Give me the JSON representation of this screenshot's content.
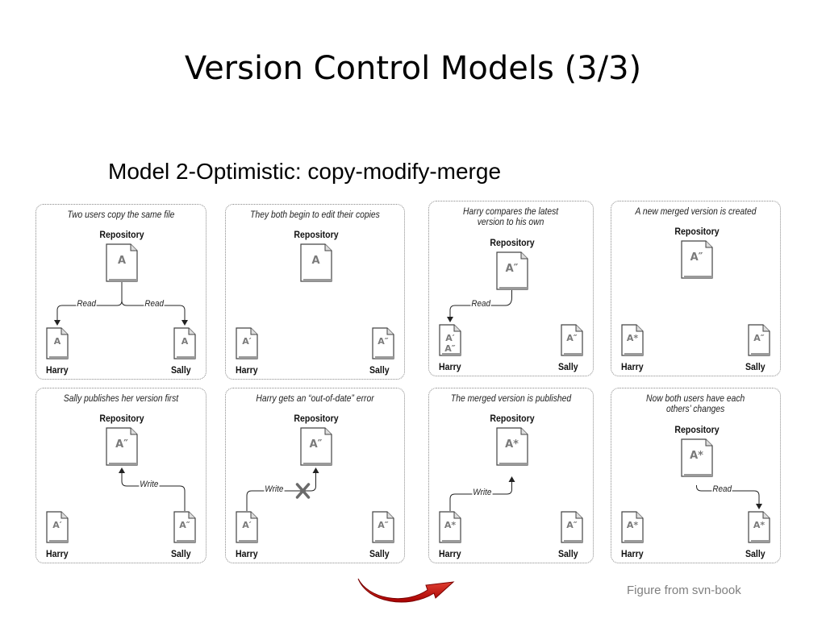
{
  "slide": {
    "title": "Version Control Models (3/3)",
    "subtitle": "Model 2-Optimistic: copy-modify-merge",
    "caption": "Figure from svn-book"
  },
  "labels": {
    "repository": "Repository",
    "harry": "Harry",
    "sally": "Sally",
    "read": "Read",
    "write": "Write"
  },
  "panels": [
    {
      "title": "Two users copy the same file",
      "repo": "A",
      "harry": "A",
      "sally": "A"
    },
    {
      "title": "They both begin to edit their copies",
      "repo": "A",
      "harry": "A′",
      "sally": "A″"
    },
    {
      "title": "Harry compares the latest version to his own",
      "repo": "A″",
      "harry": "A′ A″",
      "sally": "A″"
    },
    {
      "title": "A new merged version is created",
      "repo": "A″",
      "harry": "A*",
      "sally": "A″"
    },
    {
      "title": "Sally publishes her version first",
      "repo": "A″",
      "harry": "A′",
      "sally": "A″"
    },
    {
      "title": "Harry gets an “out-of-date” error",
      "repo": "A″",
      "harry": "A′",
      "sally": "A″"
    },
    {
      "title": "The merged version is published",
      "repo": "A*",
      "harry": "A*",
      "sally": "A″"
    },
    {
      "title": "Now both users have each others’ changes",
      "repo": "A*",
      "harry": "A*",
      "sally": "A*"
    }
  ],
  "colors": {
    "arrow": "#cc0000",
    "error_x": "#6a6a6a"
  }
}
